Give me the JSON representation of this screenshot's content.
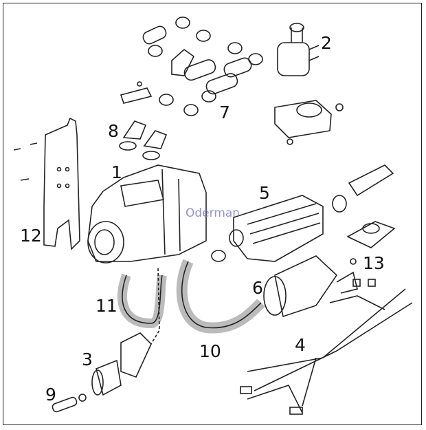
{
  "diagram": {
    "watermark": "Oderman",
    "callouts": [
      {
        "id": "1",
        "text": "1"
      },
      {
        "id": "2",
        "text": "2"
      },
      {
        "id": "3",
        "text": "3"
      },
      {
        "id": "4",
        "text": "4"
      },
      {
        "id": "5",
        "text": "5"
      },
      {
        "id": "6",
        "text": "6"
      },
      {
        "id": "7",
        "text": "7"
      },
      {
        "id": "8",
        "text": "8"
      },
      {
        "id": "9",
        "text": "9"
      },
      {
        "id": "10",
        "text": "10"
      },
      {
        "id": "11",
        "text": "11"
      },
      {
        "id": "12",
        "text": "12"
      },
      {
        "id": "13",
        "text": "13"
      }
    ]
  }
}
